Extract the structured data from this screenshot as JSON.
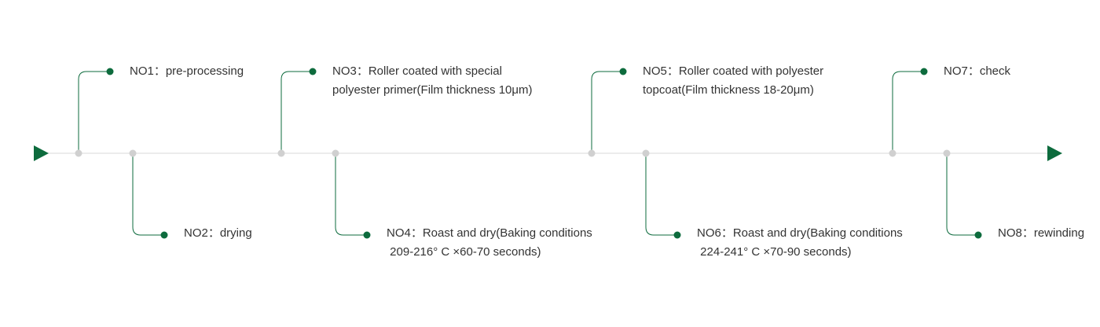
{
  "colors": {
    "accent": "#0d6b3d",
    "axis_line": "#d9d9d9",
    "axis_node": "#d0d0d0",
    "text": "#333333"
  },
  "icons": {
    "start": "right-triangle-icon",
    "end": "right-triangle-icon"
  },
  "steps": [
    {
      "lines": [
        "NO1：pre-processing"
      ]
    },
    {
      "lines": [
        "NO2：drying"
      ]
    },
    {
      "lines": [
        "NO3：Roller coated with special",
        "polyester primer(Film thickness 10μm)"
      ]
    },
    {
      "lines": [
        "NO4：Roast and dry(Baking conditions",
        " 209-216° C ×60-70 seconds)"
      ]
    },
    {
      "lines": [
        "NO5：Roller coated with polyester",
        "topcoat(Film thickness 18-20μm)"
      ]
    },
    {
      "lines": [
        "NO6：Roast and dry(Baking conditions",
        " 224-241° C ×70-90 seconds)"
      ]
    },
    {
      "lines": [
        "NO7：check"
      ]
    },
    {
      "lines": [
        "NO8：rewinding"
      ]
    }
  ]
}
